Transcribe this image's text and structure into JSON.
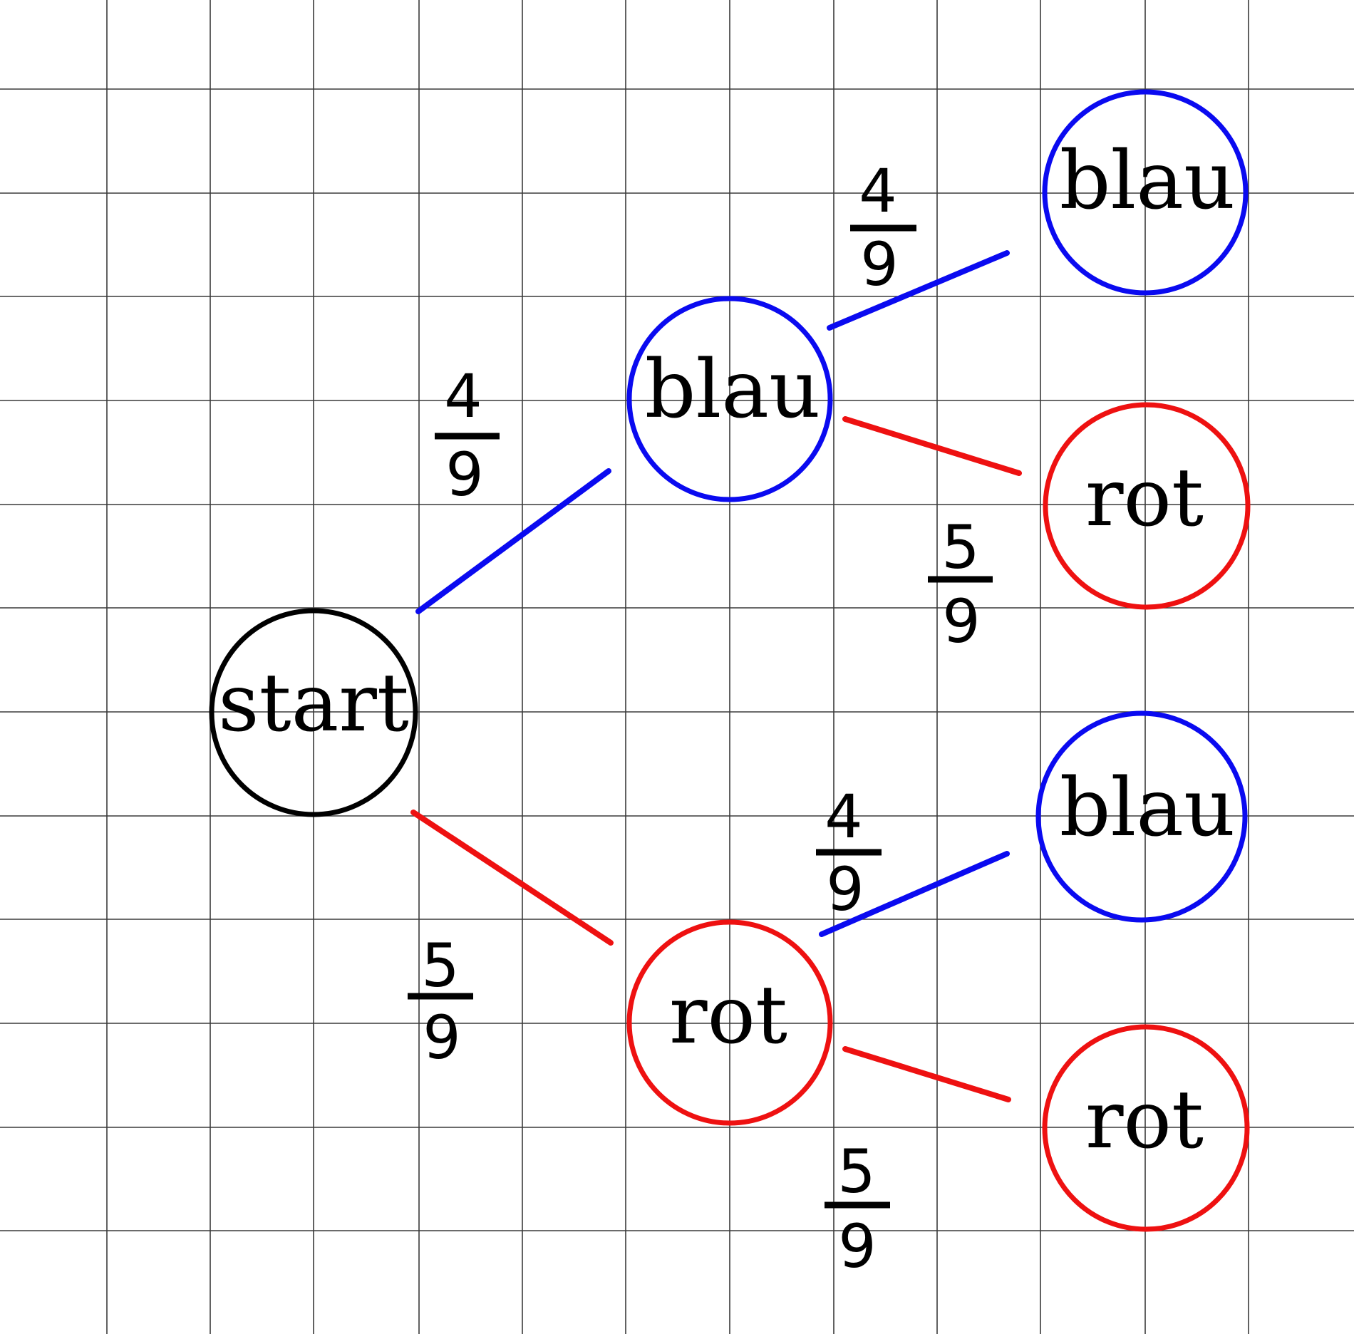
{
  "colors": {
    "blue": "#0a0af0",
    "red": "#ee1111",
    "black": "#000000",
    "grid": "#3a3a3a"
  },
  "nodes": {
    "start": {
      "label": "start",
      "color": "black"
    },
    "level1_blau": {
      "label": "blau",
      "color": "blue"
    },
    "level1_rot": {
      "label": "rot",
      "color": "red"
    },
    "level2_blau_blau": {
      "label": "blau",
      "color": "blue"
    },
    "level2_blau_rot": {
      "label": "rot",
      "color": "red"
    },
    "level2_rot_blau": {
      "label": "blau",
      "color": "blue"
    },
    "level2_rot_rot": {
      "label": "rot",
      "color": "red"
    }
  },
  "edges": {
    "start_blau": {
      "numerator": "4",
      "denominator": "9",
      "color": "blue"
    },
    "start_rot": {
      "numerator": "5",
      "denominator": "9",
      "color": "red"
    },
    "blau_blau": {
      "numerator": "4",
      "denominator": "9",
      "color": "blue"
    },
    "blau_rot": {
      "numerator": "5",
      "denominator": "9",
      "color": "red"
    },
    "rot_blau": {
      "numerator": "4",
      "denominator": "9",
      "color": "blue"
    },
    "rot_rot": {
      "numerator": "5",
      "denominator": "9",
      "color": "red"
    }
  }
}
